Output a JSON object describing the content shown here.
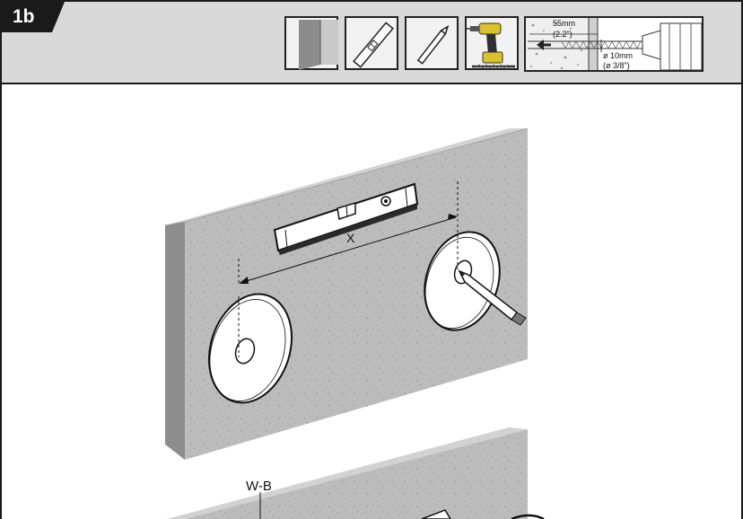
{
  "step": {
    "label": "1b"
  },
  "tools": [
    {
      "name": "wall"
    },
    {
      "name": "spirit-level"
    },
    {
      "name": "pencil"
    },
    {
      "name": "cordless-drill"
    }
  ],
  "drill_spec": {
    "depth_metric": "55mm",
    "depth_imperial": "(2.2\")",
    "diameter_metric": "ø 10mm",
    "diameter_imperial": "(ø 3/8\")"
  },
  "diagram": {
    "dimension_label": "X",
    "part_callout": "W-B"
  },
  "colors": {
    "header_bg": "#d9d9d9",
    "wall_face": "#bcbcbc",
    "wall_side": "#8e8e8e",
    "wall_top": "#d2d2d2",
    "badge": "#1a1a1a"
  }
}
